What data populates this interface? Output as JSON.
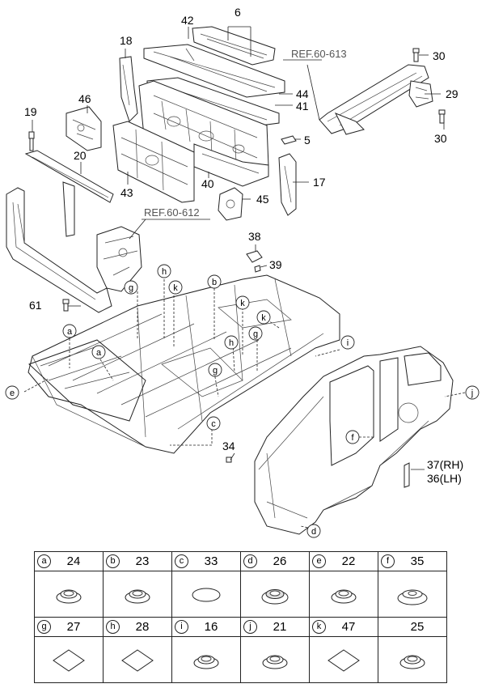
{
  "diagram": {
    "refs": {
      "ref1": "REF.60-613",
      "ref2": "REF.60-612"
    },
    "labels": {
      "n42": "42",
      "n6": "6",
      "n18": "18",
      "n30a": "30",
      "n46": "46",
      "n44": "44",
      "n29": "29",
      "n19": "19",
      "n41": "41",
      "n30b": "30",
      "n5": "5",
      "n20": "20",
      "n17": "17",
      "n43": "43",
      "n40": "40",
      "n45": "45",
      "n38": "38",
      "n39": "39",
      "n61": "61",
      "n34": "34",
      "n37": "37(RH)",
      "n36": "36(LH)"
    },
    "callouts": {
      "a": "a",
      "b": "b",
      "c": "c",
      "d": "d",
      "e": "e",
      "f": "f",
      "g": "g",
      "h": "h",
      "i": "i",
      "j": "j",
      "k": "k"
    }
  },
  "legend": [
    {
      "letter": "a",
      "part": "24",
      "shape": "grommet"
    },
    {
      "letter": "b",
      "part": "23",
      "shape": "grommet"
    },
    {
      "letter": "c",
      "part": "33",
      "shape": "oval"
    },
    {
      "letter": "d",
      "part": "26",
      "shape": "grommet-large"
    },
    {
      "letter": "e",
      "part": "22",
      "shape": "grommet"
    },
    {
      "letter": "f",
      "part": "35",
      "shape": "grommet-wide"
    },
    {
      "letter": "g",
      "part": "27",
      "shape": "diamond"
    },
    {
      "letter": "h",
      "part": "28",
      "shape": "diamond"
    },
    {
      "letter": "i",
      "part": "16",
      "shape": "grommet"
    },
    {
      "letter": "j",
      "part": "21",
      "shape": "grommet"
    },
    {
      "letter": "k",
      "part": "47",
      "shape": "diamond"
    },
    {
      "letter": "",
      "part": "25",
      "shape": "grommet"
    }
  ]
}
